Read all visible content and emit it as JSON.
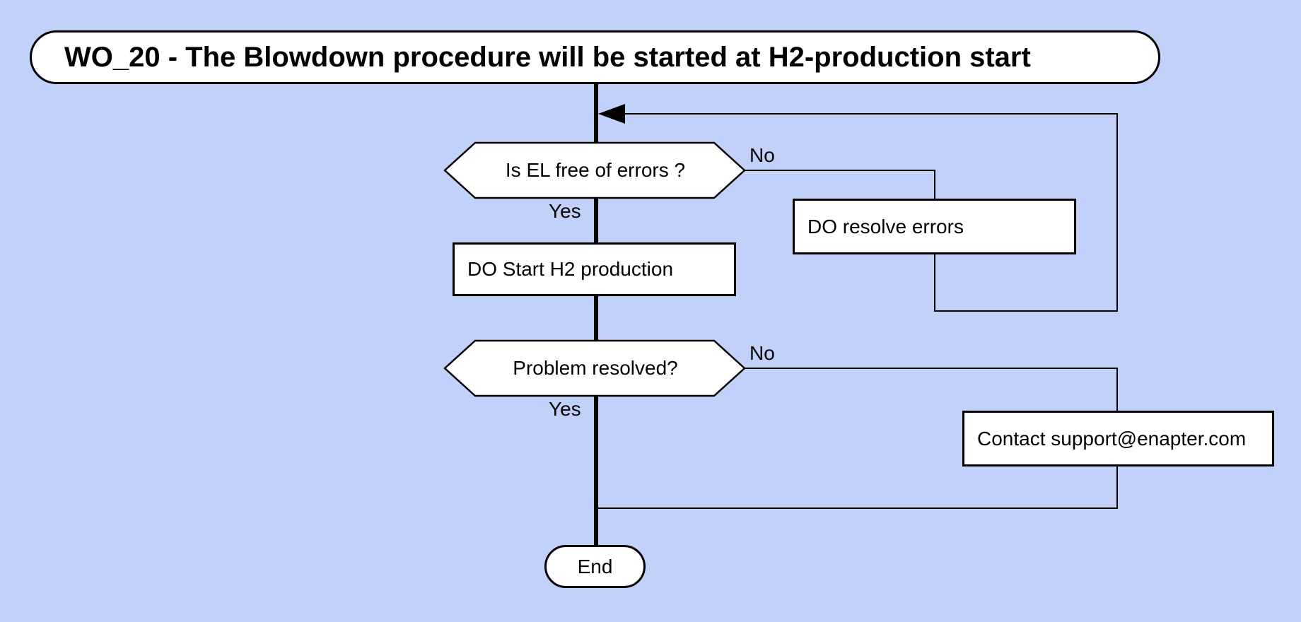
{
  "canvas": {
    "background_color": "#c2d1fa",
    "shape_fill_color": "#ffffff",
    "line_color": "#000000",
    "text_color": "#000000"
  },
  "title": {
    "label": "WO_20 - The Blowdown procedure will be started at H2-production start"
  },
  "nodes": {
    "decision_errors": {
      "type": "decision",
      "label": "Is EL free of errors ?"
    },
    "process_start_h2": {
      "type": "process",
      "label": "DO Start H2 production"
    },
    "process_resolve_errors": {
      "type": "process",
      "label": "DO resolve errors"
    },
    "decision_problem_resolved": {
      "type": "decision",
      "label": "Problem resolved?"
    },
    "process_contact_support": {
      "type": "process",
      "label": "Contact support@enapter.com"
    },
    "terminator_end": {
      "type": "terminator",
      "label": "End"
    }
  },
  "edge_labels": {
    "errors_no": "No",
    "errors_yes": "Yes",
    "resolved_no": "No",
    "resolved_yes": "Yes"
  }
}
